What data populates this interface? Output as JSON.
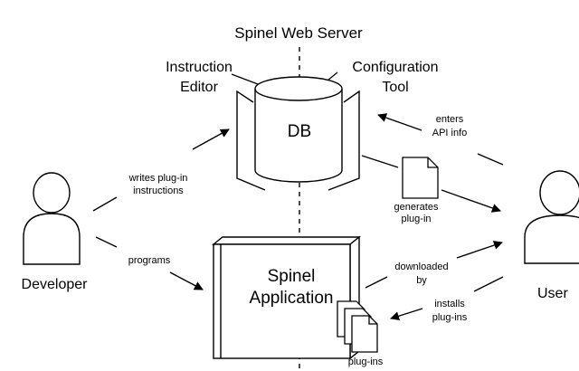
{
  "diagram": {
    "title": "Spinel Web Server",
    "colors": {
      "stroke": "#000000",
      "fill": "#ffffff"
    },
    "actors": {
      "developer": "Developer",
      "user": "User"
    },
    "components": {
      "instruction_editor": [
        "Instruction",
        "Editor"
      ],
      "configuration_tool": [
        "Configuration",
        "Tool"
      ],
      "db": "DB",
      "spinel_application": [
        "Spinel",
        "Application"
      ],
      "plugin_doc": [
        "generates",
        "plug-in"
      ],
      "plugins_stack": "plug-ins"
    },
    "edges": {
      "writes_instructions": [
        "writes plug-in",
        "instructions"
      ],
      "programs": "programs",
      "enters_api_info": [
        "enters",
        "API info"
      ],
      "downloaded_by": [
        "downloaded",
        "by"
      ],
      "installs_plugins": [
        "installs",
        "plug-ins"
      ]
    },
    "icons": {
      "developer": "person-icon",
      "user": "person-icon",
      "db": "database-cylinder-icon",
      "plugin_doc": "document-icon",
      "plugins_stack": "documents-stack-icon",
      "spinel_application": "3d-box-icon"
    }
  }
}
